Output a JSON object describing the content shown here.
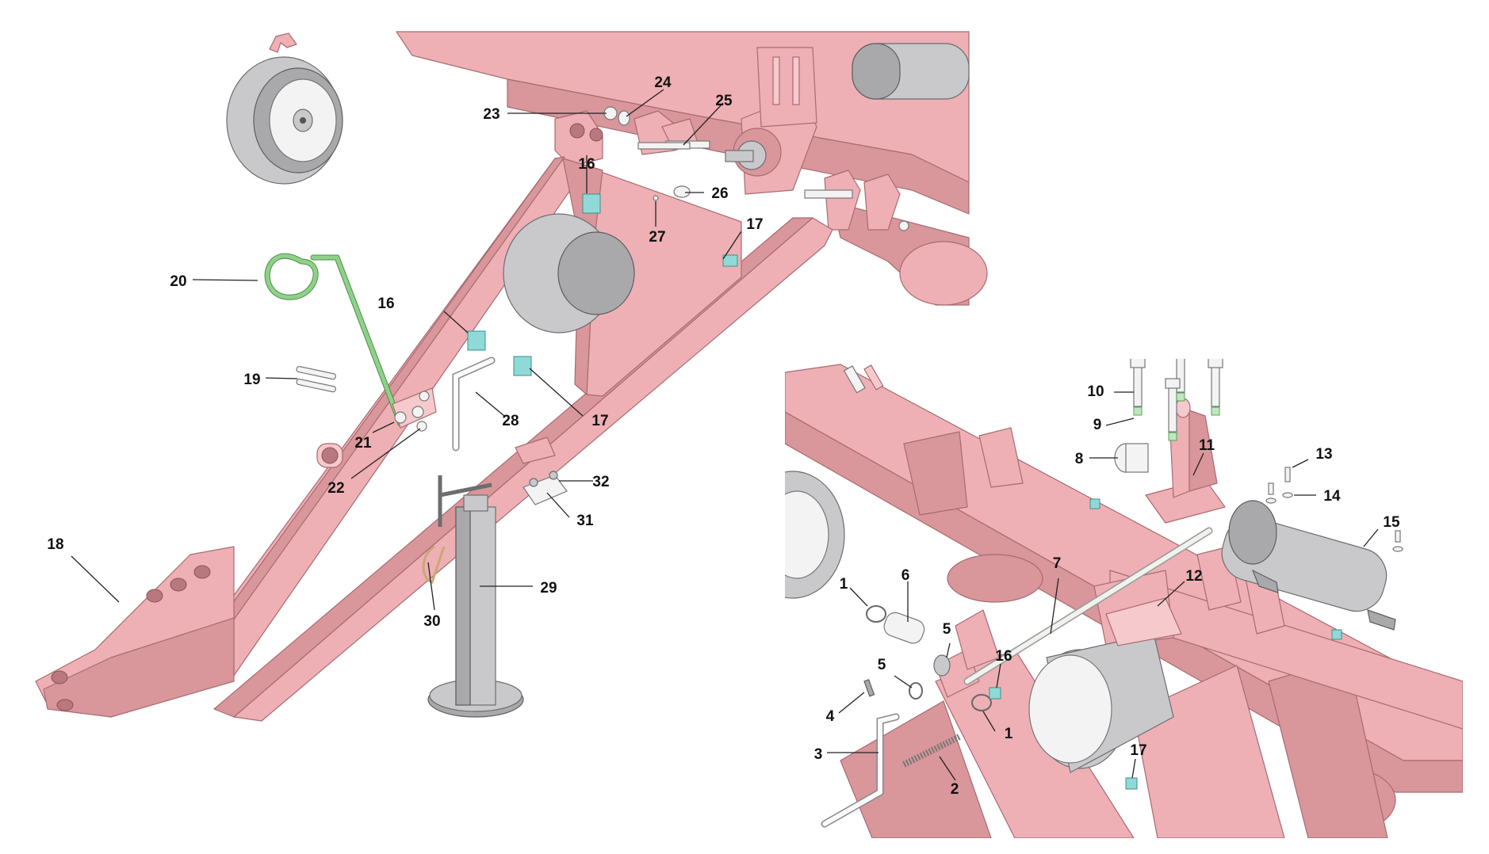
{
  "colors": {
    "frame": "#eeb0b4",
    "frame_dark": "#d9969b",
    "highlight_parts": "#8fdad7",
    "spring_pin": "#8fd18a",
    "jack": "#c9c9cb"
  },
  "left_view": {
    "callouts": [
      {
        "id": "c16a",
        "text": "16"
      },
      {
        "id": "c16b",
        "text": "16"
      },
      {
        "id": "c17a",
        "text": "17"
      },
      {
        "id": "c17b",
        "text": "17"
      },
      {
        "id": "c18",
        "text": "18"
      },
      {
        "id": "c19",
        "text": "19"
      },
      {
        "id": "c20",
        "text": "20"
      },
      {
        "id": "c21",
        "text": "21"
      },
      {
        "id": "c22",
        "text": "22"
      },
      {
        "id": "c23",
        "text": "23"
      },
      {
        "id": "c24",
        "text": "24"
      },
      {
        "id": "c25",
        "text": "25"
      },
      {
        "id": "c26",
        "text": "26"
      },
      {
        "id": "c27",
        "text": "27"
      },
      {
        "id": "c28",
        "text": "28"
      },
      {
        "id": "c29",
        "text": "29"
      },
      {
        "id": "c30",
        "text": "30"
      },
      {
        "id": "c31",
        "text": "31"
      },
      {
        "id": "c32",
        "text": "32"
      }
    ]
  },
  "right_view": {
    "callouts": [
      {
        "id": "r1a",
        "text": "1"
      },
      {
        "id": "r1b",
        "text": "1"
      },
      {
        "id": "r2",
        "text": "2"
      },
      {
        "id": "r3",
        "text": "3"
      },
      {
        "id": "r4",
        "text": "4"
      },
      {
        "id": "r5a",
        "text": "5"
      },
      {
        "id": "r5b",
        "text": "5"
      },
      {
        "id": "r6",
        "text": "6"
      },
      {
        "id": "r7",
        "text": "7"
      },
      {
        "id": "r8",
        "text": "8"
      },
      {
        "id": "r9",
        "text": "9"
      },
      {
        "id": "r10",
        "text": "10"
      },
      {
        "id": "r11",
        "text": "11"
      },
      {
        "id": "r12",
        "text": "12"
      },
      {
        "id": "r13",
        "text": "13"
      },
      {
        "id": "r14",
        "text": "14"
      },
      {
        "id": "r15",
        "text": "15"
      },
      {
        "id": "r16",
        "text": "16"
      },
      {
        "id": "r17",
        "text": "17"
      }
    ]
  }
}
